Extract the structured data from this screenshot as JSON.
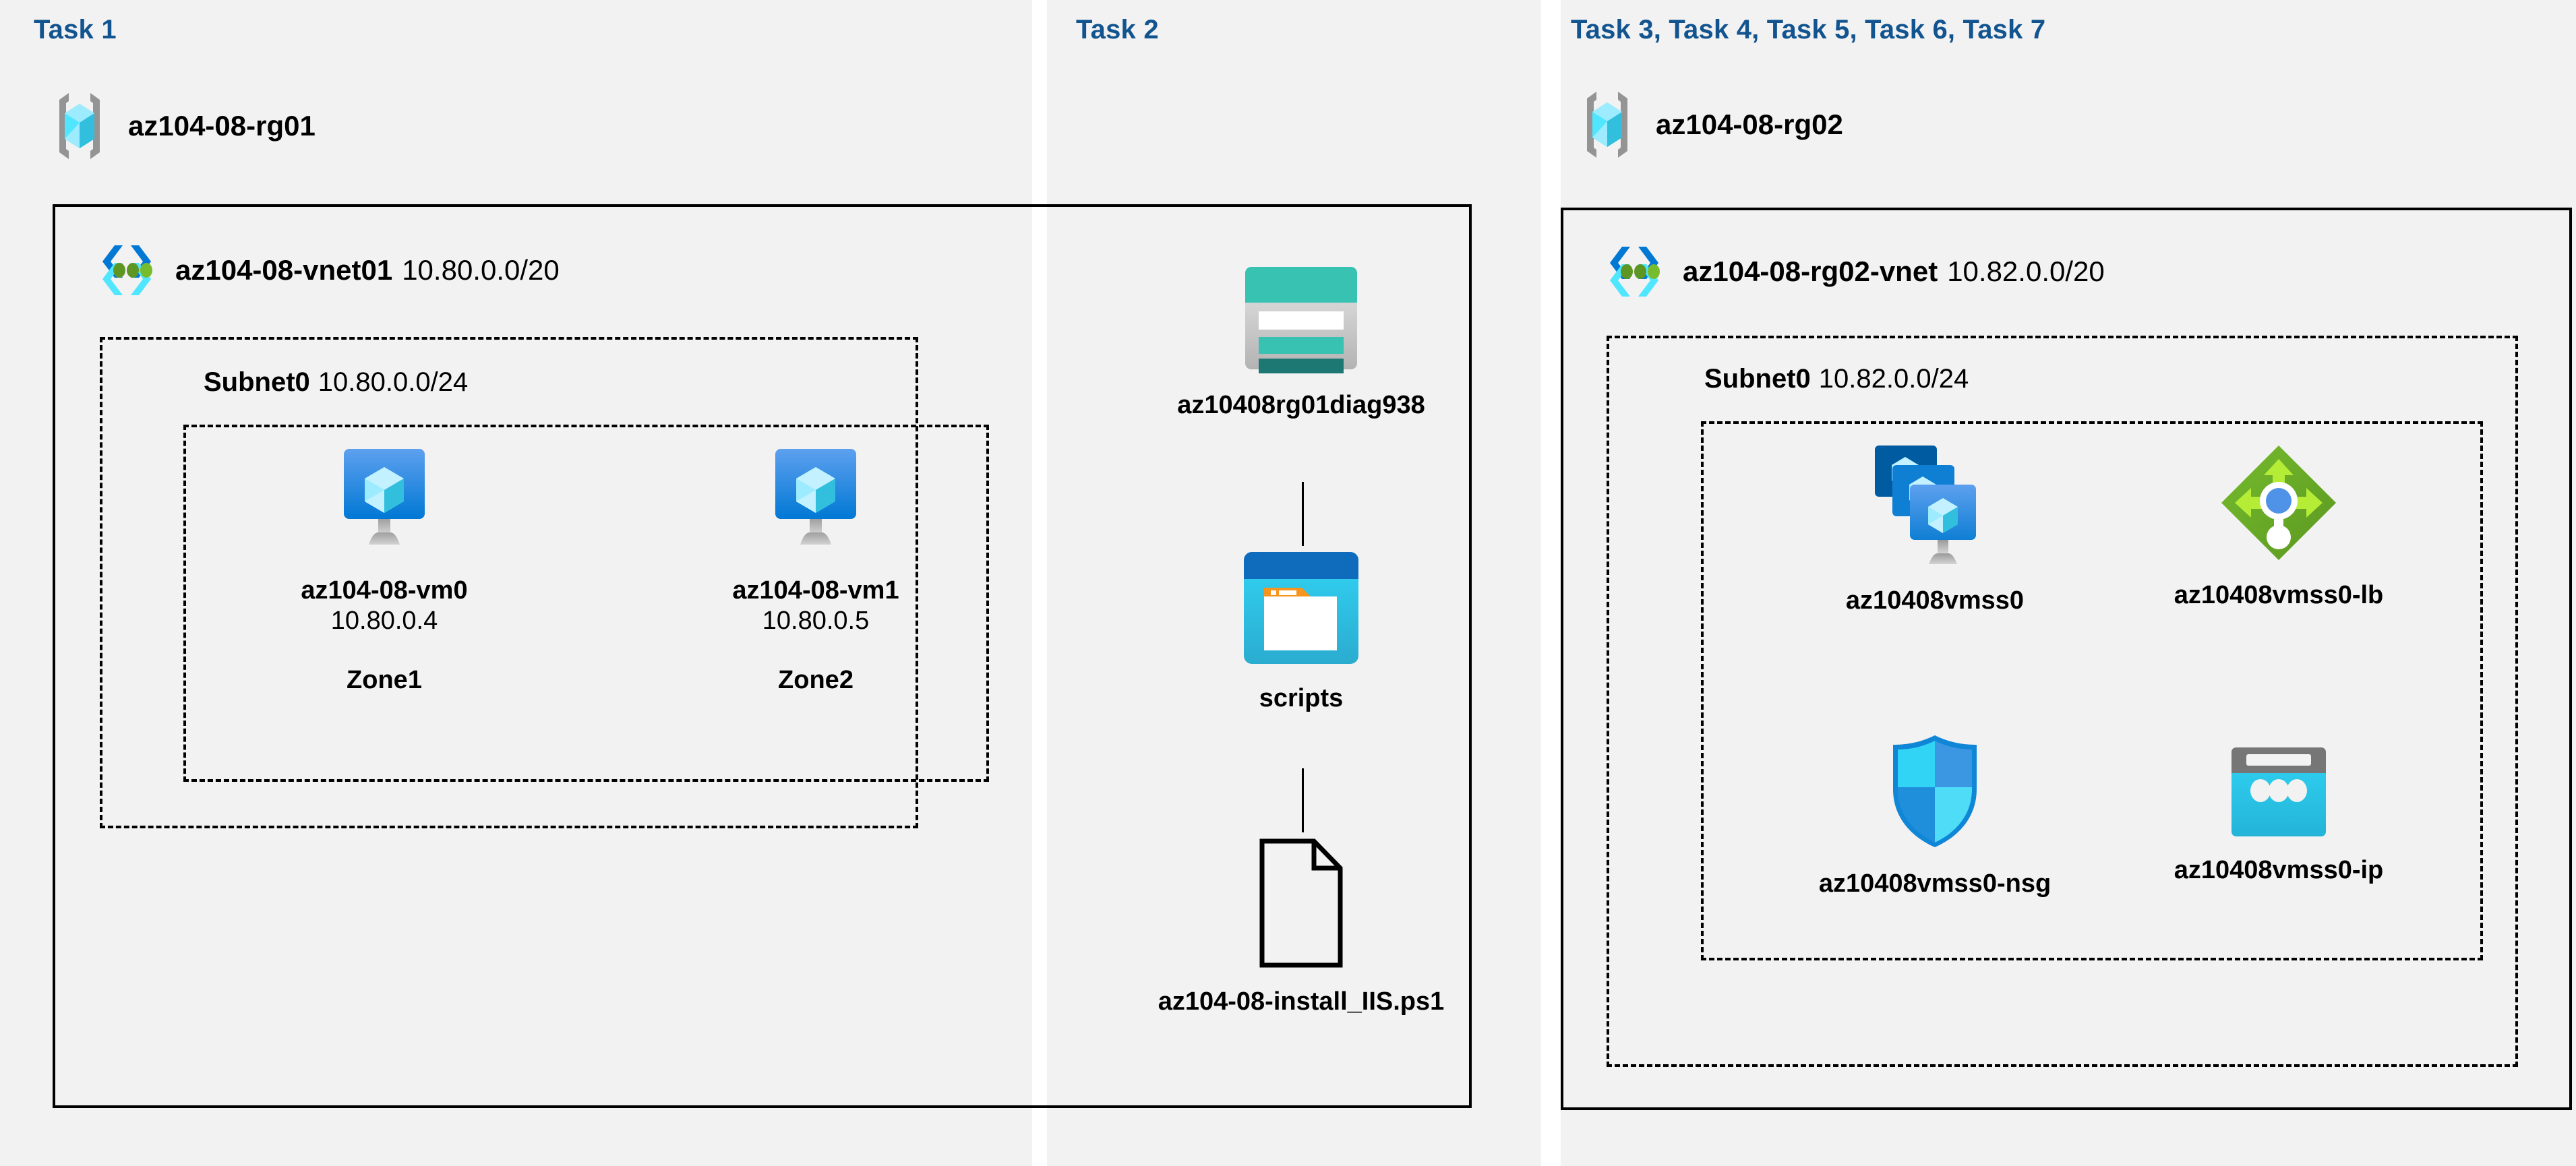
{
  "panels": [
    {
      "id": "task1",
      "label": "Task 1"
    },
    {
      "id": "task2",
      "label": "Task 2"
    },
    {
      "id": "task3",
      "label": "Task 3, Task 4, Task 5, Task 6, Task 7"
    }
  ],
  "colors": {
    "task_label": "#12548f",
    "panel_bg": "#f2f2f2",
    "page_bg": "#ffffff",
    "border": "#000000",
    "azure_blue": "#0078d4",
    "cyan": "#32bedd",
    "teal": "#2fc4b2",
    "green": "#6aa81b",
    "gray": "#949494"
  },
  "task1": {
    "resource_group": {
      "icon": "resource-group-icon",
      "name": "az104-08-rg01"
    },
    "vnet": {
      "icon": "virtual-network-icon",
      "name": "az104-08-vnet01",
      "cidr": "10.80.0.0/20"
    },
    "subnet": {
      "name": "Subnet0",
      "cidr": "10.80.0.0/24"
    },
    "vms": [
      {
        "icon": "virtual-machine-icon",
        "name": "az104-08-vm0",
        "ip": "10.80.0.4",
        "zone": "Zone1"
      },
      {
        "icon": "virtual-machine-icon",
        "name": "az104-08-vm1",
        "ip": "10.80.0.5",
        "zone": "Zone2"
      }
    ]
  },
  "task2": {
    "items": [
      {
        "icon": "storage-account-icon",
        "name": "az10408rg01diag938"
      },
      {
        "icon": "blob-container-icon",
        "name": "scripts"
      },
      {
        "icon": "file-icon",
        "name": "az104-08-install_IIS.ps1"
      }
    ]
  },
  "task3": {
    "resource_group": {
      "icon": "resource-group-icon",
      "name": "az104-08-rg02"
    },
    "vnet": {
      "icon": "virtual-network-icon",
      "name": "az104-08-rg02-vnet",
      "cidr": "10.82.0.0/20"
    },
    "subnet": {
      "name": "Subnet0",
      "cidr": "10.82.0.0/24"
    },
    "resources": [
      {
        "icon": "vm-scale-set-icon",
        "name": "az10408vmss0"
      },
      {
        "icon": "load-balancer-icon",
        "name": "az10408vmss0-lb"
      },
      {
        "icon": "network-security-group-icon",
        "name": "az10408vmss0-nsg"
      },
      {
        "icon": "public-ip-address-icon",
        "name": "az10408vmss0-ip"
      }
    ]
  }
}
